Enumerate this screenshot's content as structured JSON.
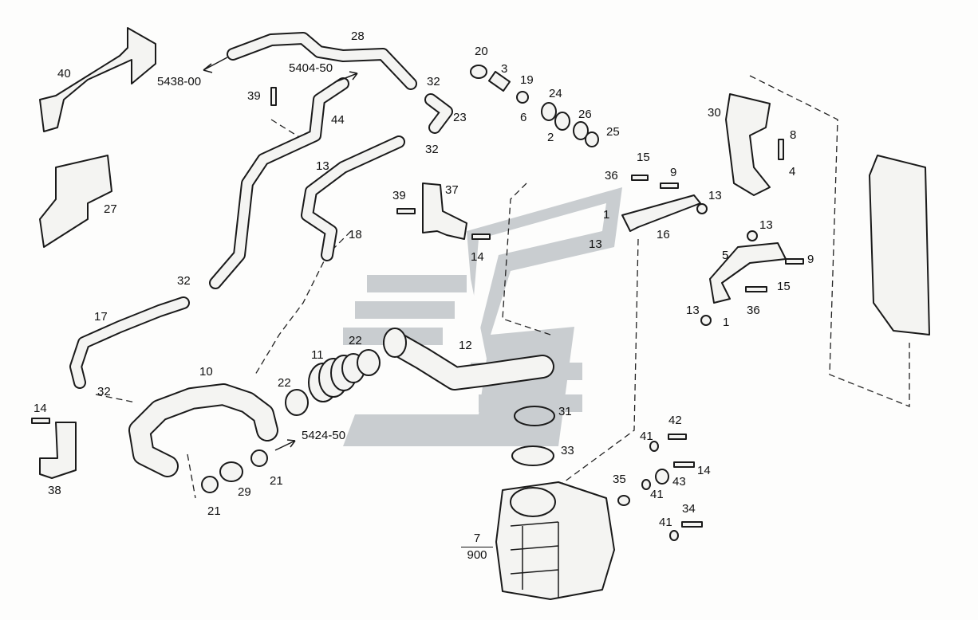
{
  "diagram": {
    "callouts": {
      "n40": "40",
      "n27": "27",
      "n28": "28",
      "ref1": "5438-00",
      "ref2": "5404-50",
      "n39a": "39",
      "n44": "44",
      "n13a": "13",
      "n32a": "32",
      "n23": "23",
      "n32b": "32",
      "n18": "18",
      "n32c": "32",
      "n17": "17",
      "n32d": "32",
      "n10": "10",
      "n14a": "14",
      "n38": "38",
      "n21a": "21",
      "n29": "29",
      "n21b": "21",
      "ref3": "5424-50",
      "n22a": "22",
      "n11": "11",
      "n22b": "22",
      "n12": "12",
      "n31": "31",
      "n33": "33",
      "n20": "20",
      "n3": "3",
      "n19": "19",
      "n24": "24",
      "n6": "6",
      "n2": "2",
      "n26": "26",
      "n25": "25",
      "n39b": "39",
      "n37": "37",
      "n14b": "14",
      "n15a": "15",
      "n36a": "36",
      "n9a": "9",
      "n13b": "13",
      "n1a": "1",
      "n13c": "13",
      "n16": "16",
      "n30": "30",
      "n8": "8",
      "n4": "4",
      "n13d": "13",
      "n5": "5",
      "n9b": "9",
      "n15b": "15",
      "n13e": "13",
      "n1b": "1",
      "n36b": "36",
      "n41a": "41",
      "n42": "42",
      "n35": "35",
      "n43": "43",
      "n14c": "14",
      "n41b": "41",
      "n34": "34",
      "n41c": "41",
      "frac_top": "7",
      "frac_bottom": "900"
    }
  }
}
